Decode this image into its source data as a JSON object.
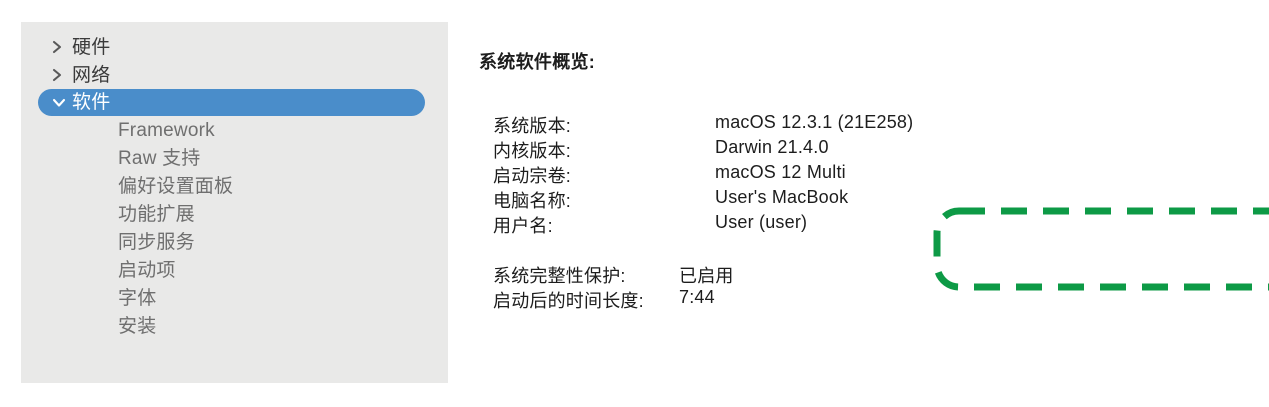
{
  "sidebar": {
    "items": [
      {
        "label": "硬件",
        "level": "top",
        "disclosure": "chevron-right-icon",
        "selected": false
      },
      {
        "label": "网络",
        "level": "top",
        "disclosure": "chevron-right-icon",
        "selected": false
      },
      {
        "label": "软件",
        "level": "top",
        "disclosure": "chevron-down-icon",
        "selected": true
      },
      {
        "label": "Framework",
        "level": "child",
        "disclosure": "none",
        "selected": false
      },
      {
        "label": "Raw 支持",
        "level": "child",
        "disclosure": "none",
        "selected": false
      },
      {
        "label": "偏好设置面板",
        "level": "child",
        "disclosure": "none",
        "selected": false
      },
      {
        "label": "功能扩展",
        "level": "child",
        "disclosure": "none",
        "selected": false
      },
      {
        "label": "同步服务",
        "level": "child",
        "disclosure": "none",
        "selected": false
      },
      {
        "label": "启动项",
        "level": "child",
        "disclosure": "none",
        "selected": false
      },
      {
        "label": "字体",
        "level": "child",
        "disclosure": "none",
        "selected": false
      },
      {
        "label": "安装",
        "level": "child",
        "disclosure": "none",
        "selected": false
      }
    ]
  },
  "detail": {
    "heading": "系统软件概览:",
    "rows": [
      {
        "label": "系统版本:",
        "value": "macOS 12.3.1 (21E258)"
      },
      {
        "label": "内核版本:",
        "value": "Darwin 21.4.0"
      },
      {
        "label": "启动宗卷:",
        "value": "macOS 12 Multi"
      },
      {
        "label": "电脑名称:",
        "value": "User's MacBook"
      },
      {
        "label": "用户名:",
        "value": "User (user)"
      },
      {
        "label": "",
        "value": ""
      },
      {
        "label": "系统完整性保护:",
        "value": "已启用"
      },
      {
        "label": "启动后的时间长度:",
        "value": "7:44"
      }
    ]
  },
  "annotation": {
    "type": "dashed-rounded-rect",
    "color": "#0d9a46",
    "stroke_width": 6,
    "covers_rows": [
      "电脑名称:",
      "用户名:"
    ]
  },
  "colors": {
    "sidebar_background": "#e9e9e8",
    "selection_blue": "#4a8dca",
    "selection_text": "#ffffff",
    "top_level_text": "#3a3a3a",
    "child_text": "#6f6f6f",
    "detail_text": "#1d1d1d",
    "annotation_green": "#0d9a46",
    "page_background": "#ffffff"
  }
}
